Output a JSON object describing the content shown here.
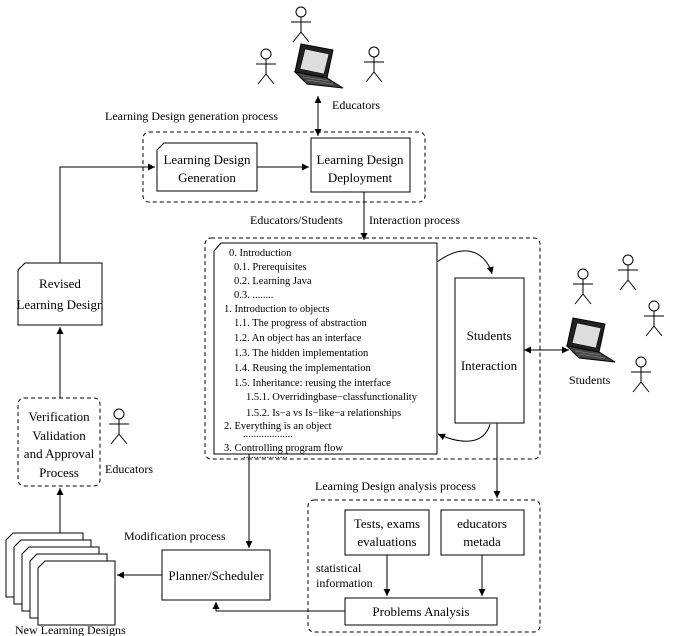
{
  "labels": {
    "educators_top": "Educators",
    "ld_generation_process": "Learning Design  generation process",
    "interaction_process_left": "Educators/Students",
    "interaction_process_right": "Interaction process",
    "students_side": "Students",
    "educators_left": "Educators",
    "modification_process": "Modification process",
    "analysis_process": "Learning Design analysis process",
    "statistical_information": [
      "statistical",
      "information"
    ],
    "new_learning_designs": "New Learning Designs"
  },
  "boxes": {
    "ld_generation": [
      "Learning Design",
      "Generation"
    ],
    "ld_deployment": [
      "Learning Design",
      "Deployment"
    ],
    "revised_ld": [
      "Revised",
      "Learning Design"
    ],
    "verification": [
      "Verification",
      "Validation",
      "and Approval",
      "Process"
    ],
    "students_interaction": [
      "Students",
      "Interaction"
    ],
    "planner": "Planner/Scheduler",
    "tests": [
      "Tests, exams",
      "evaluations"
    ],
    "educators_metada": [
      "educators",
      "metada"
    ],
    "problems_analysis": "Problems Analysis"
  },
  "toc": [
    "0. Introduction",
    "0.1. Prerequisites",
    "0.2. Learning Java",
    "0.3. ........",
    "1. Introduction to objects",
    "1.1. The progress of abstraction",
    "1.2. An object has an interface",
    "1.3. The hidden implementation",
    "1.4. Reusing the implementation",
    "1.5. Inheritance: reusing the interface",
    "1.5.1. Overridingbase−classfunctionality",
    "1.5.2. Is−a vs Is−like−a relationships",
    "2. Everything is an object",
    "...................",
    "3. Controlling program flow",
    "................."
  ]
}
